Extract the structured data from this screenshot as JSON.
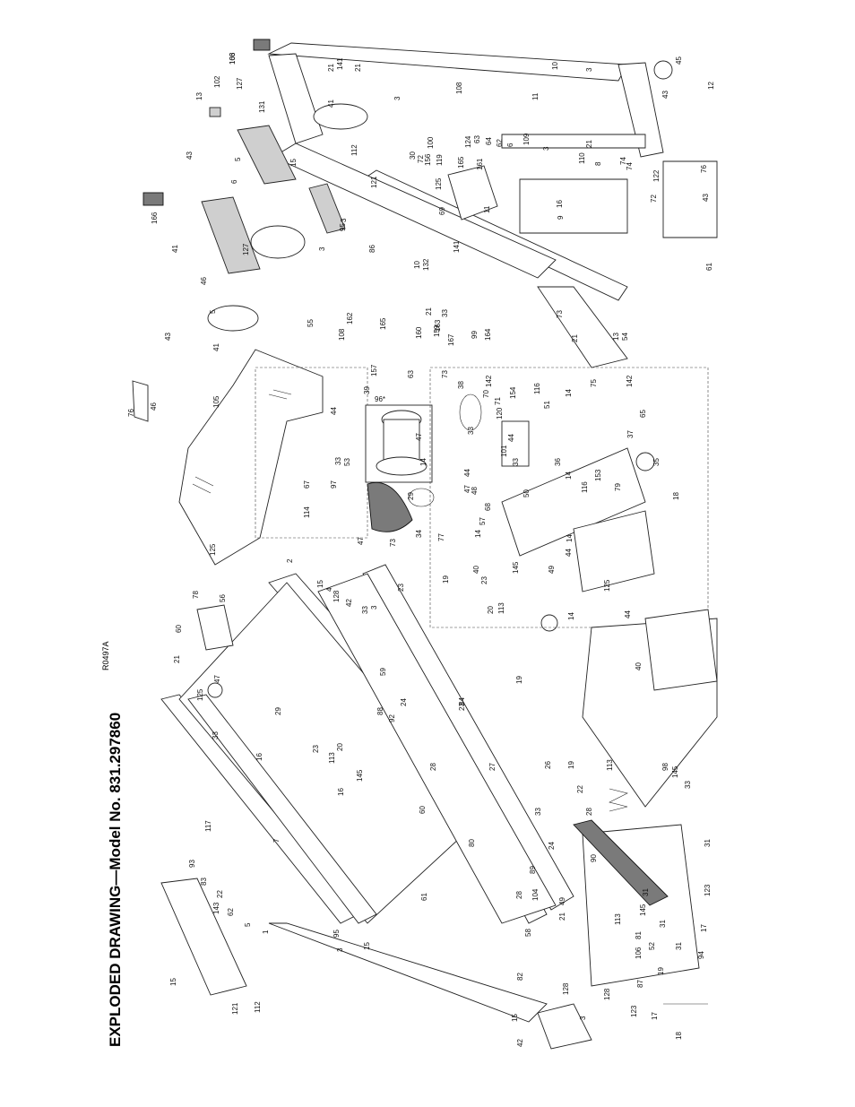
{
  "header": {
    "title": "EXPLODED DRAWING—Model No. 831.297860",
    "drawing_code": "R0497A"
  },
  "detail_label": "96*",
  "callouts": [
    "166",
    "21",
    "141",
    "21",
    "10",
    "3",
    "45",
    "12",
    "108",
    "41",
    "3",
    "11",
    "43",
    "13",
    "102",
    "127",
    "131",
    "100",
    "124",
    "63",
    "64",
    "62",
    "6",
    "109",
    "3",
    "21",
    "8",
    "74",
    "43",
    "30",
    "74",
    "72",
    "112",
    "156",
    "119",
    "165",
    "161",
    "110",
    "122",
    "76",
    "5",
    "15",
    "6",
    "125",
    "69",
    "3",
    "11",
    "16",
    "9",
    "72",
    "43",
    "166",
    "121",
    "95",
    "3",
    "41",
    "127",
    "141",
    "10",
    "61",
    "46",
    "132",
    "86",
    "55",
    "73",
    "13",
    "43",
    "5",
    "41",
    "21",
    "33",
    "163",
    "159",
    "165",
    "160",
    "167",
    "99",
    "164",
    "162",
    "108",
    "54",
    "21",
    "75",
    "76",
    "46",
    "105",
    "73",
    "63",
    "157",
    "39",
    "38",
    "142",
    "70",
    "71",
    "120",
    "154",
    "116",
    "51",
    "14",
    "33",
    "47",
    "14",
    "44",
    "33",
    "53",
    "67",
    "97",
    "36",
    "37",
    "142",
    "65",
    "35",
    "114",
    "29",
    "44",
    "47",
    "48",
    "68",
    "101",
    "44",
    "33",
    "14",
    "153",
    "116",
    "50",
    "79",
    "18",
    "125",
    "47",
    "77",
    "73",
    "34",
    "14",
    "57",
    "14",
    "44",
    "125",
    "2",
    "33",
    "78",
    "56",
    "60",
    "21",
    "15",
    "4",
    "128",
    "42",
    "3",
    "23",
    "19",
    "40",
    "23",
    "20",
    "113",
    "145",
    "49",
    "14",
    "44",
    "47",
    "125",
    "29",
    "33",
    "16",
    "59",
    "88",
    "92",
    "24",
    "84",
    "23",
    "19",
    "40",
    "23",
    "20",
    "113",
    "145",
    "16",
    "28",
    "27",
    "26",
    "19",
    "22",
    "28",
    "113",
    "145",
    "33",
    "98",
    "117",
    "7",
    "33",
    "80",
    "60",
    "24",
    "93",
    "83",
    "22",
    "143",
    "62",
    "5",
    "1",
    "15",
    "121",
    "112",
    "3",
    "95",
    "15",
    "61",
    "58",
    "49",
    "21",
    "28",
    "104",
    "89",
    "90",
    "113",
    "145",
    "81",
    "31",
    "31",
    "31",
    "123",
    "52",
    "17",
    "31",
    "19",
    "94",
    "106",
    "87",
    "82",
    "128",
    "3",
    "42",
    "15",
    "128",
    "123",
    "17",
    "18",
    "103"
  ]
}
